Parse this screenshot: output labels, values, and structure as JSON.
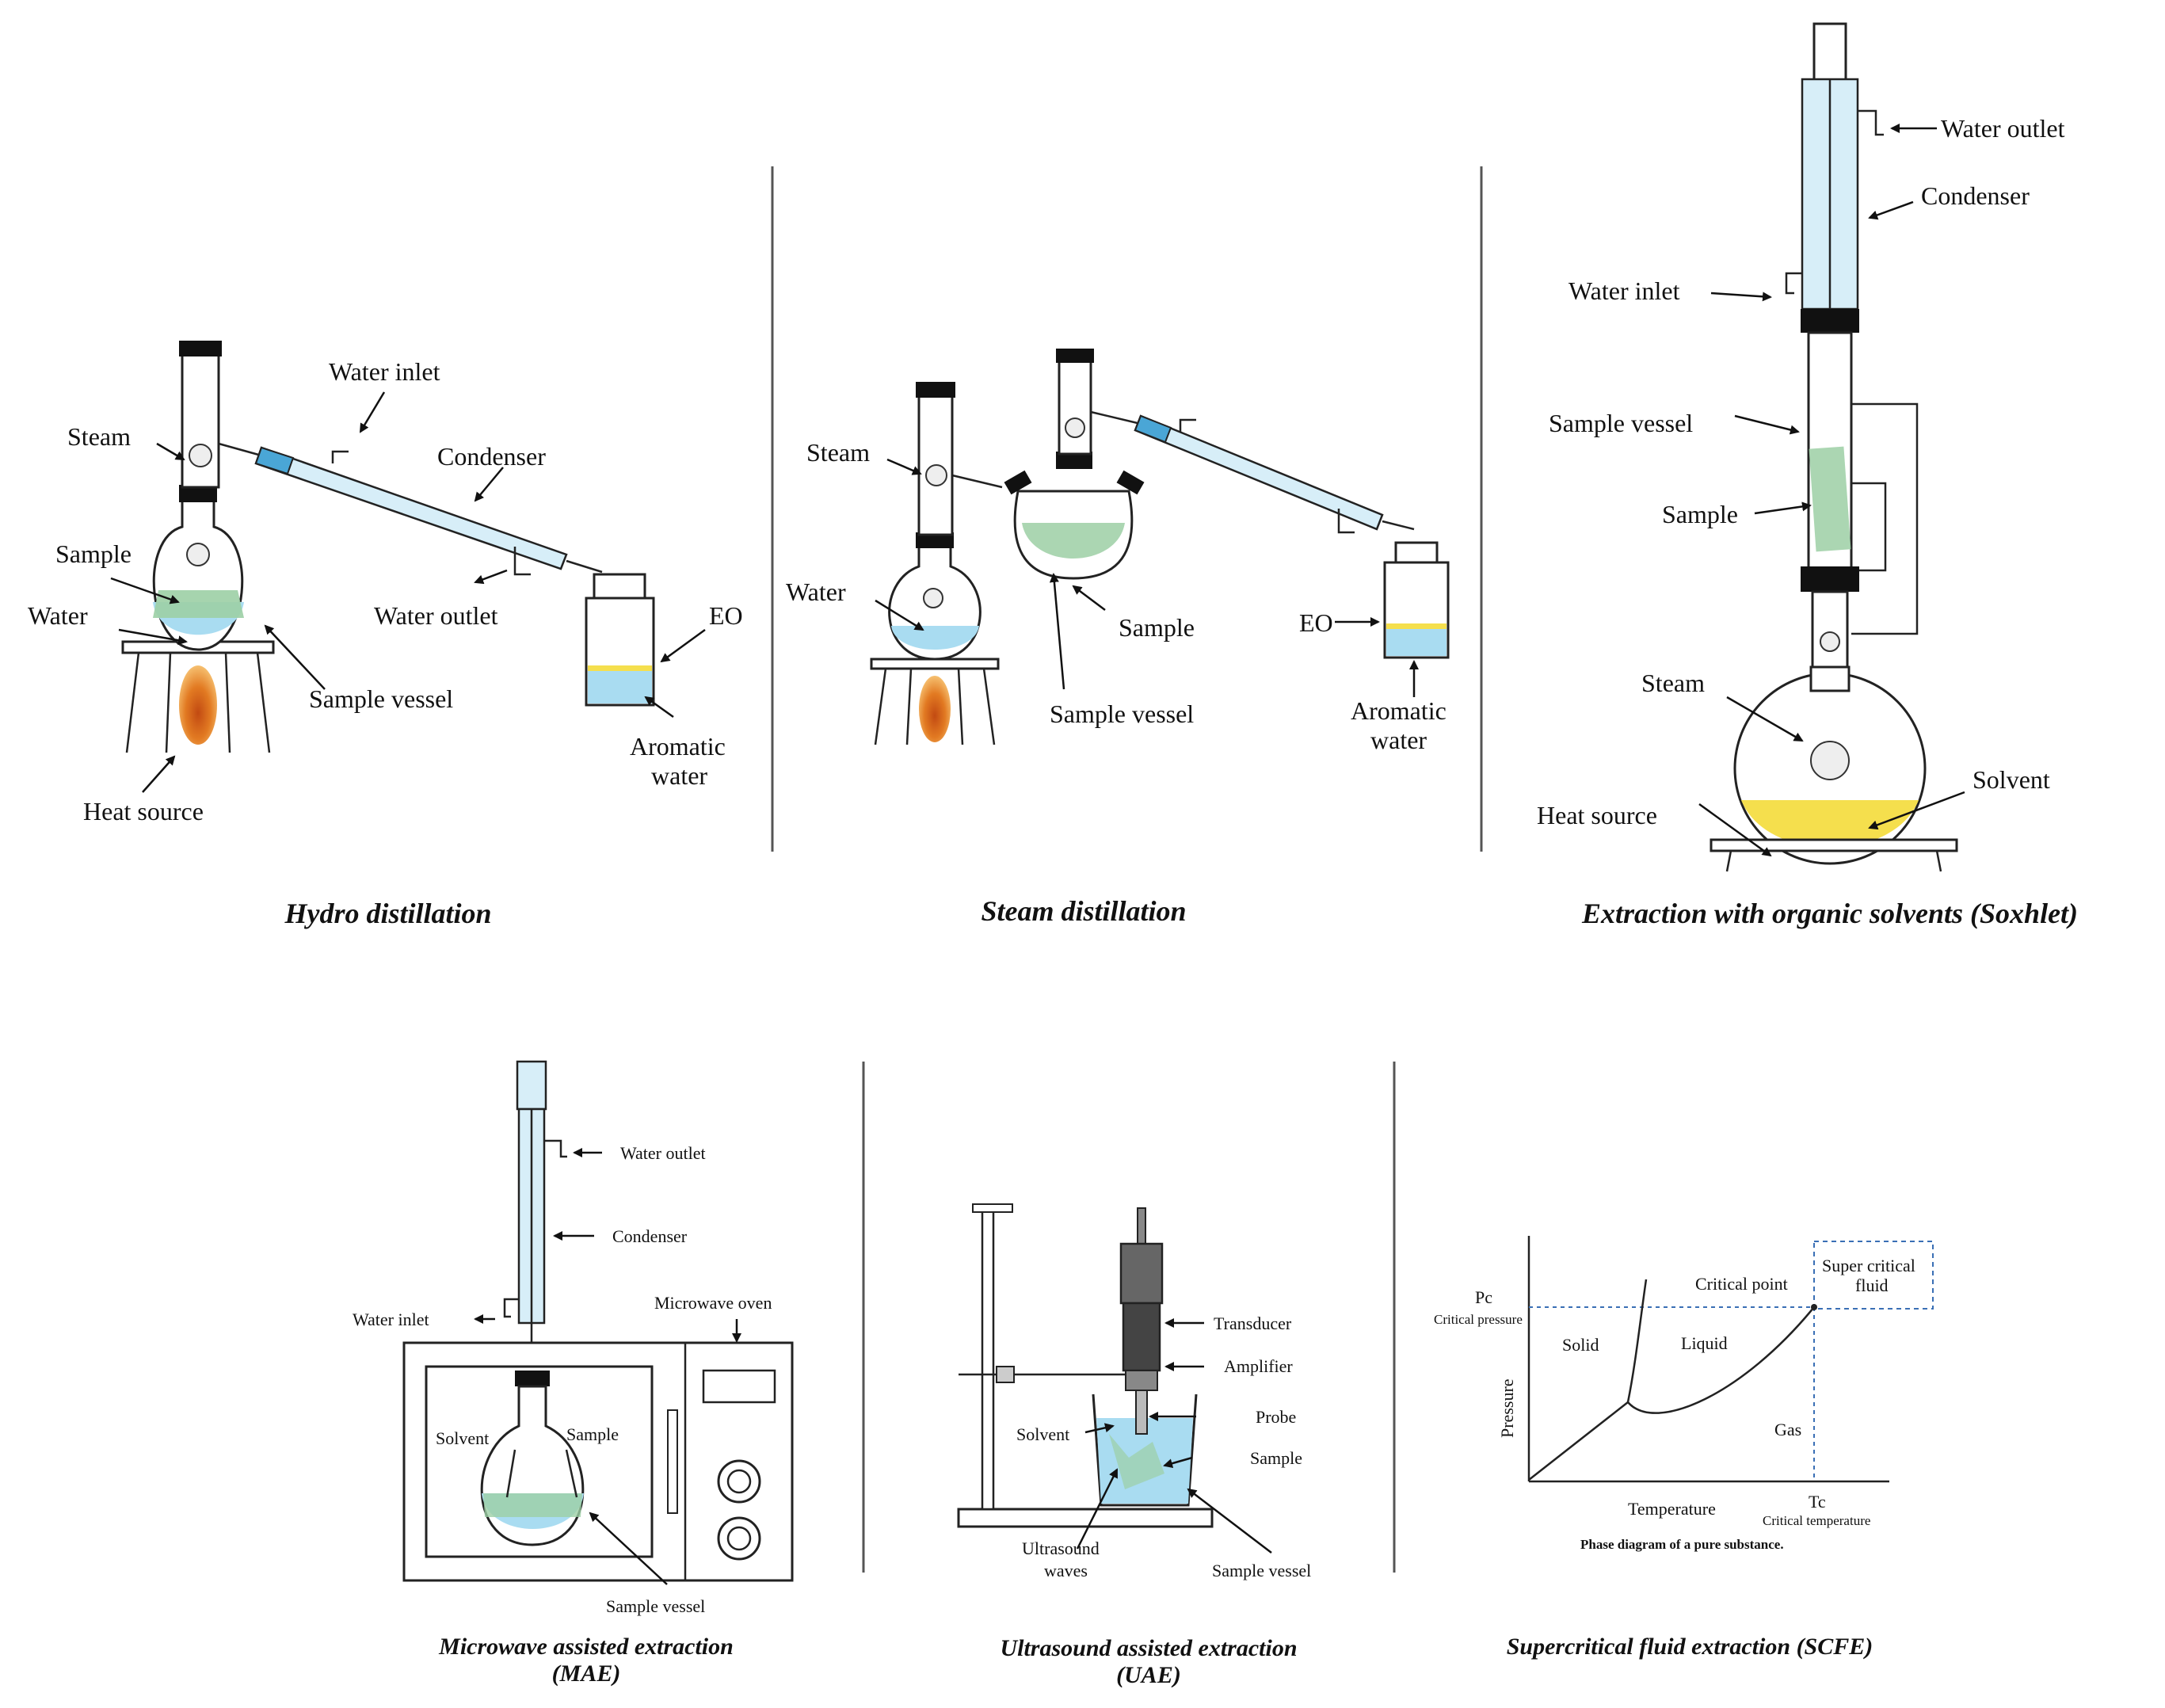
{
  "panels": {
    "hydro": {
      "caption": "Hydro distillation",
      "labels": {
        "steam": "Steam",
        "water_inlet": "Water inlet",
        "condenser": "Condenser",
        "sample": "Sample",
        "water": "Water",
        "water_outlet": "Water outlet",
        "eo": "EO",
        "sample_vessel": "Sample vessel",
        "aromatic_water_1": "Aromatic",
        "aromatic_water_2": "water",
        "heat_source": "Heat source"
      }
    },
    "steam": {
      "caption": "Steam distillation",
      "labels": {
        "steam": "Steam",
        "water": "Water",
        "sample": "Sample",
        "eo": "EO",
        "sample_vessel": "Sample vessel",
        "aromatic_water_1": "Aromatic",
        "aromatic_water_2": "water"
      }
    },
    "soxhlet": {
      "caption": "Extraction with organic solvents (Soxhlet)",
      "labels": {
        "water_outlet": "Water outlet",
        "condenser": "Condenser",
        "water_inlet": "Water inlet",
        "sample_vessel": "Sample vessel",
        "sample": "Sample",
        "steam": "Steam",
        "solvent": "Solvent",
        "heat_source": "Heat source"
      }
    },
    "mae": {
      "caption_1": "Microwave assisted extraction",
      "caption_2": "(MAE)",
      "labels": {
        "water_outlet": "Water outlet",
        "condenser": "Condenser",
        "water_inlet": "Water inlet",
        "microwave_oven": "Microwave oven",
        "solvent": "Solvent",
        "sample": "Sample",
        "sample_vessel": "Sample vessel"
      }
    },
    "uae": {
      "caption_1": "Ultrasound assisted extraction",
      "caption_2": "(UAE)",
      "labels": {
        "transducer": "Transducer",
        "amplifier": "Amplifier",
        "probe": "Probe",
        "solvent": "Solvent",
        "sample": "Sample",
        "ultrasound_1": "Ultrasound",
        "ultrasound_2": "waves",
        "sample_vessel": "Sample vessel"
      }
    },
    "scfe": {
      "caption": "Supercritical fluid extraction (SCFE)",
      "labels": {
        "pc": "Pc",
        "critical_pressure": "Critical pressure",
        "critical_point": "Critical point",
        "super_critical_1": "Super critical",
        "super_critical_2": "fluid",
        "solid": "Solid",
        "liquid": "Liquid",
        "gas": "Gas",
        "pressure": "Pressure",
        "temperature": "Temperature",
        "tc": "Tc",
        "critical_temperature": "Critical temperature",
        "phase_caption": "Phase diagram of a pure substance."
      }
    }
  },
  "colors": {
    "water": "#a9dcf1",
    "sample_leaves": "#9ccfa5",
    "oil_solvent": "#f5df4d",
    "flame_outer": "#f0a23a",
    "flame_inner": "#c24a12"
  }
}
